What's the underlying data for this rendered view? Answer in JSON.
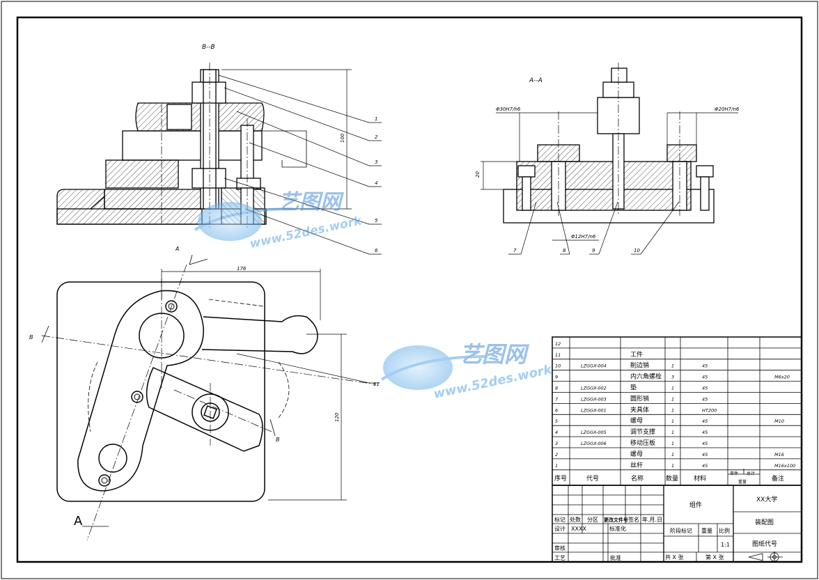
{
  "views": {
    "section_bb": "B--B",
    "section_aa": "A--A",
    "view_arrow_a_small": "A",
    "view_arrow_a_big": "A",
    "view_arrow_b_left": "B",
    "view_arrow_b_right": "B"
  },
  "dimensions": {
    "height_100": "100",
    "height_20": "20",
    "width_176": "176",
    "height_120": "120",
    "fit_30": "Φ30H7/h6",
    "fit_20": "Φ20H7/n6",
    "fit_12": "Φ12H7/n6"
  },
  "balloons": {
    "b1": "1",
    "b2": "2",
    "b3": "3",
    "b4": "4",
    "b5": "5",
    "b6": "6",
    "b7": "7",
    "b8": "8",
    "b9": "9",
    "b10": "10",
    "b11": "11"
  },
  "watermark": {
    "brand": "艺图网",
    "url": "www.52des.work"
  },
  "bom": {
    "rows": [
      {
        "no": "12",
        "code": "",
        "name": "",
        "qty": "",
        "material": "",
        "note": ""
      },
      {
        "no": "11",
        "code": "",
        "name": "工件",
        "qty": "",
        "material": "",
        "note": ""
      },
      {
        "no": "10",
        "code": "LZGGX-004",
        "name": "削边销",
        "qty": "1",
        "material": "45",
        "note": ""
      },
      {
        "no": "9",
        "code": "",
        "name": "内六角螺栓",
        "qty": "3",
        "material": "45",
        "note": "M6x20"
      },
      {
        "no": "8",
        "code": "LZGGX-002",
        "name": "垫",
        "qty": "1",
        "material": "45",
        "note": ""
      },
      {
        "no": "7",
        "code": "LZGGX-003",
        "name": "圆形销",
        "qty": "1",
        "material": "45",
        "note": ""
      },
      {
        "no": "6",
        "code": "LZGGX-001",
        "name": "夹具体",
        "qty": "1",
        "material": "HT200",
        "note": ""
      },
      {
        "no": "5",
        "code": "",
        "name": "螺母",
        "qty": "1",
        "material": "45",
        "note": "M10"
      },
      {
        "no": "4",
        "code": "LZGGX-005",
        "name": "调节支撑",
        "qty": "1",
        "material": "45",
        "note": ""
      },
      {
        "no": "3",
        "code": "LZGGX-006",
        "name": "移动压板",
        "qty": "1",
        "material": "45",
        "note": ""
      },
      {
        "no": "2",
        "code": "",
        "name": "螺母",
        "qty": "1",
        "material": "45",
        "note": "M16"
      },
      {
        "no": "1",
        "code": "",
        "name": "丝杆",
        "qty": "1",
        "material": "45",
        "note": "M16x100"
      }
    ],
    "header": {
      "no": "序号",
      "code": "代号",
      "name": "名称",
      "qty": "数量",
      "material": "材料",
      "unit_wt": "单件",
      "total_wt": "总计",
      "weight": "重量",
      "note": "备注"
    }
  },
  "title_block": {
    "mark": "标记",
    "count": "处数",
    "zone": "分区",
    "doc_no": "更改文件号",
    "sign": "签名",
    "date": "年.月.日",
    "design": "设计",
    "designer": "XXXX",
    "standard": "标准化",
    "review": "审核",
    "process": "工艺",
    "approve": "批准",
    "assembly": "组件",
    "stage_mark": "阶段标记",
    "weight": "重量",
    "scale": "比例",
    "scale_value": "1:1",
    "total_sheets": "共 X 张",
    "sheet_no": "第 X 张",
    "university": "XX大学",
    "drawing_name": "装配图",
    "drawing_code": "图纸代号"
  }
}
